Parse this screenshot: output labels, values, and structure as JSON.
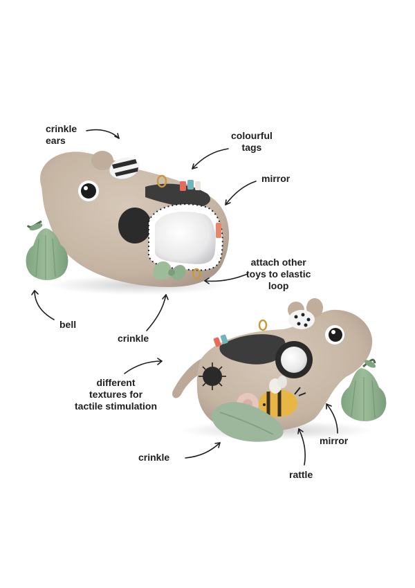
{
  "labels": {
    "crinkle_ears": "crinkle\nears",
    "colourful_tags": "colourful\ntags",
    "mirror_top": "mirror",
    "attach_loop": "attach other\ntoys to elastic\nloop",
    "bell": "bell",
    "crinkle_mid": "crinkle",
    "different_textures": "different\ntextures for\ntactile stimulation",
    "crinkle_bottom": "crinkle",
    "mirror_bottom": "mirror",
    "rattle": "rattle"
  },
  "colors": {
    "background": "#ffffff",
    "plush": "#c9b9a8",
    "plush_shadow": "#ad9c8b",
    "pear": "#8fb08e",
    "cord_dark": "#3c3c3c",
    "bee_yellow": "#e8b645",
    "tag_red": "#e76a5c",
    "tag_teal": "#6fb4bb",
    "text": "#1e1e1e"
  }
}
